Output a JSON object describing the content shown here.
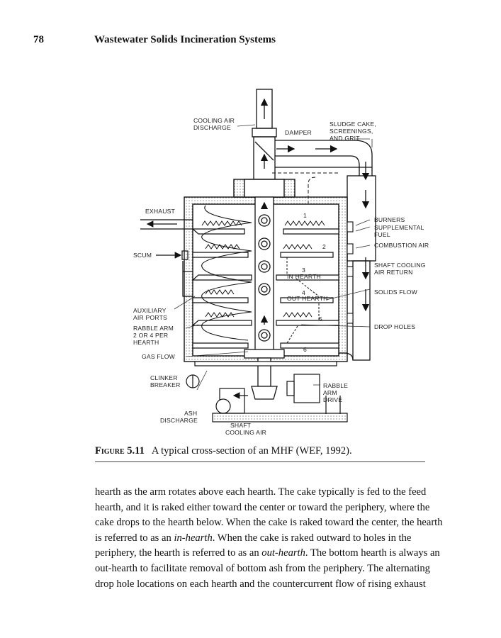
{
  "header": {
    "page_number": "78",
    "running_title": "Wastewater Solids Incineration Systems"
  },
  "figure": {
    "labels": {
      "cooling_air_discharge_1": "COOLING AIR",
      "cooling_air_discharge_2": "DISCHARGE",
      "damper": "DAMPER",
      "sludge_1": "SLUDGE CAKE,",
      "sludge_2": "SCREENINGS,",
      "sludge_3": "AND GRIT",
      "exhaust": "EXHAUST",
      "burners": "BURNERS",
      "supp_fuel_1": "SUPPLEMENTAL",
      "supp_fuel_2": "FUEL",
      "combustion_air": "COMBUSTION AIR",
      "scum": "SCUM",
      "shaft_return_1": "SHAFT COOLING",
      "shaft_return_2": "AIR RETURN",
      "in_hearth": "IN HEARTH",
      "out_hearth": "OUT HEARTH",
      "solids_flow": "SOLIDS FLOW",
      "aux_air_1": "AUXILIARY",
      "aux_air_2": "AIR PORTS",
      "rabble_arm_1": "RABBLE ARM",
      "rabble_arm_2": "2 OR 4 PER",
      "rabble_arm_3": "HEARTH",
      "drop_holes": "DROP HOLES",
      "gas_flow": "GAS FLOW",
      "clinker_1": "CLINKER",
      "clinker_2": "BREAKER",
      "rabble_drive_1": "RABBLE",
      "rabble_drive_2": "ARM",
      "rabble_drive_3": "DRIVE",
      "ash_1": "ASH",
      "ash_2": "DISCHARGE",
      "shaft_cooling_1": "SHAFT",
      "shaft_cooling_2": "COOLING AIR",
      "h1": "1",
      "h2": "2",
      "h3": "3",
      "h4": "4",
      "h5": "5",
      "h6": "6"
    },
    "caption_label": "Figure 5.11",
    "caption_text": "A typical cross-section of an MHF (WEF, 1992)."
  },
  "body_text": {
    "line1": "hearth as the arm rotates above each hearth. The cake typically is fed to the feed",
    "line2": "hearth, and it is raked either toward the center or toward the periphery, where the",
    "line3": "cake drops to the hearth below. When the cake is raked toward the center, the hearth",
    "line4a": "is referred to as an ",
    "line4_em": "in-hearth",
    "line4b": ". When the cake is raked outward to holes in the",
    "line5a": "periphery, the hearth is referred to as an ",
    "line5_em": "out-hearth",
    "line5b": ". The bottom hearth is always an",
    "line6": "out-hearth to facilitate removal of bottom ash from the periphery. The alternating",
    "line7": "drop hole locations on each hearth and the countercurrent flow of rising exhaust"
  }
}
